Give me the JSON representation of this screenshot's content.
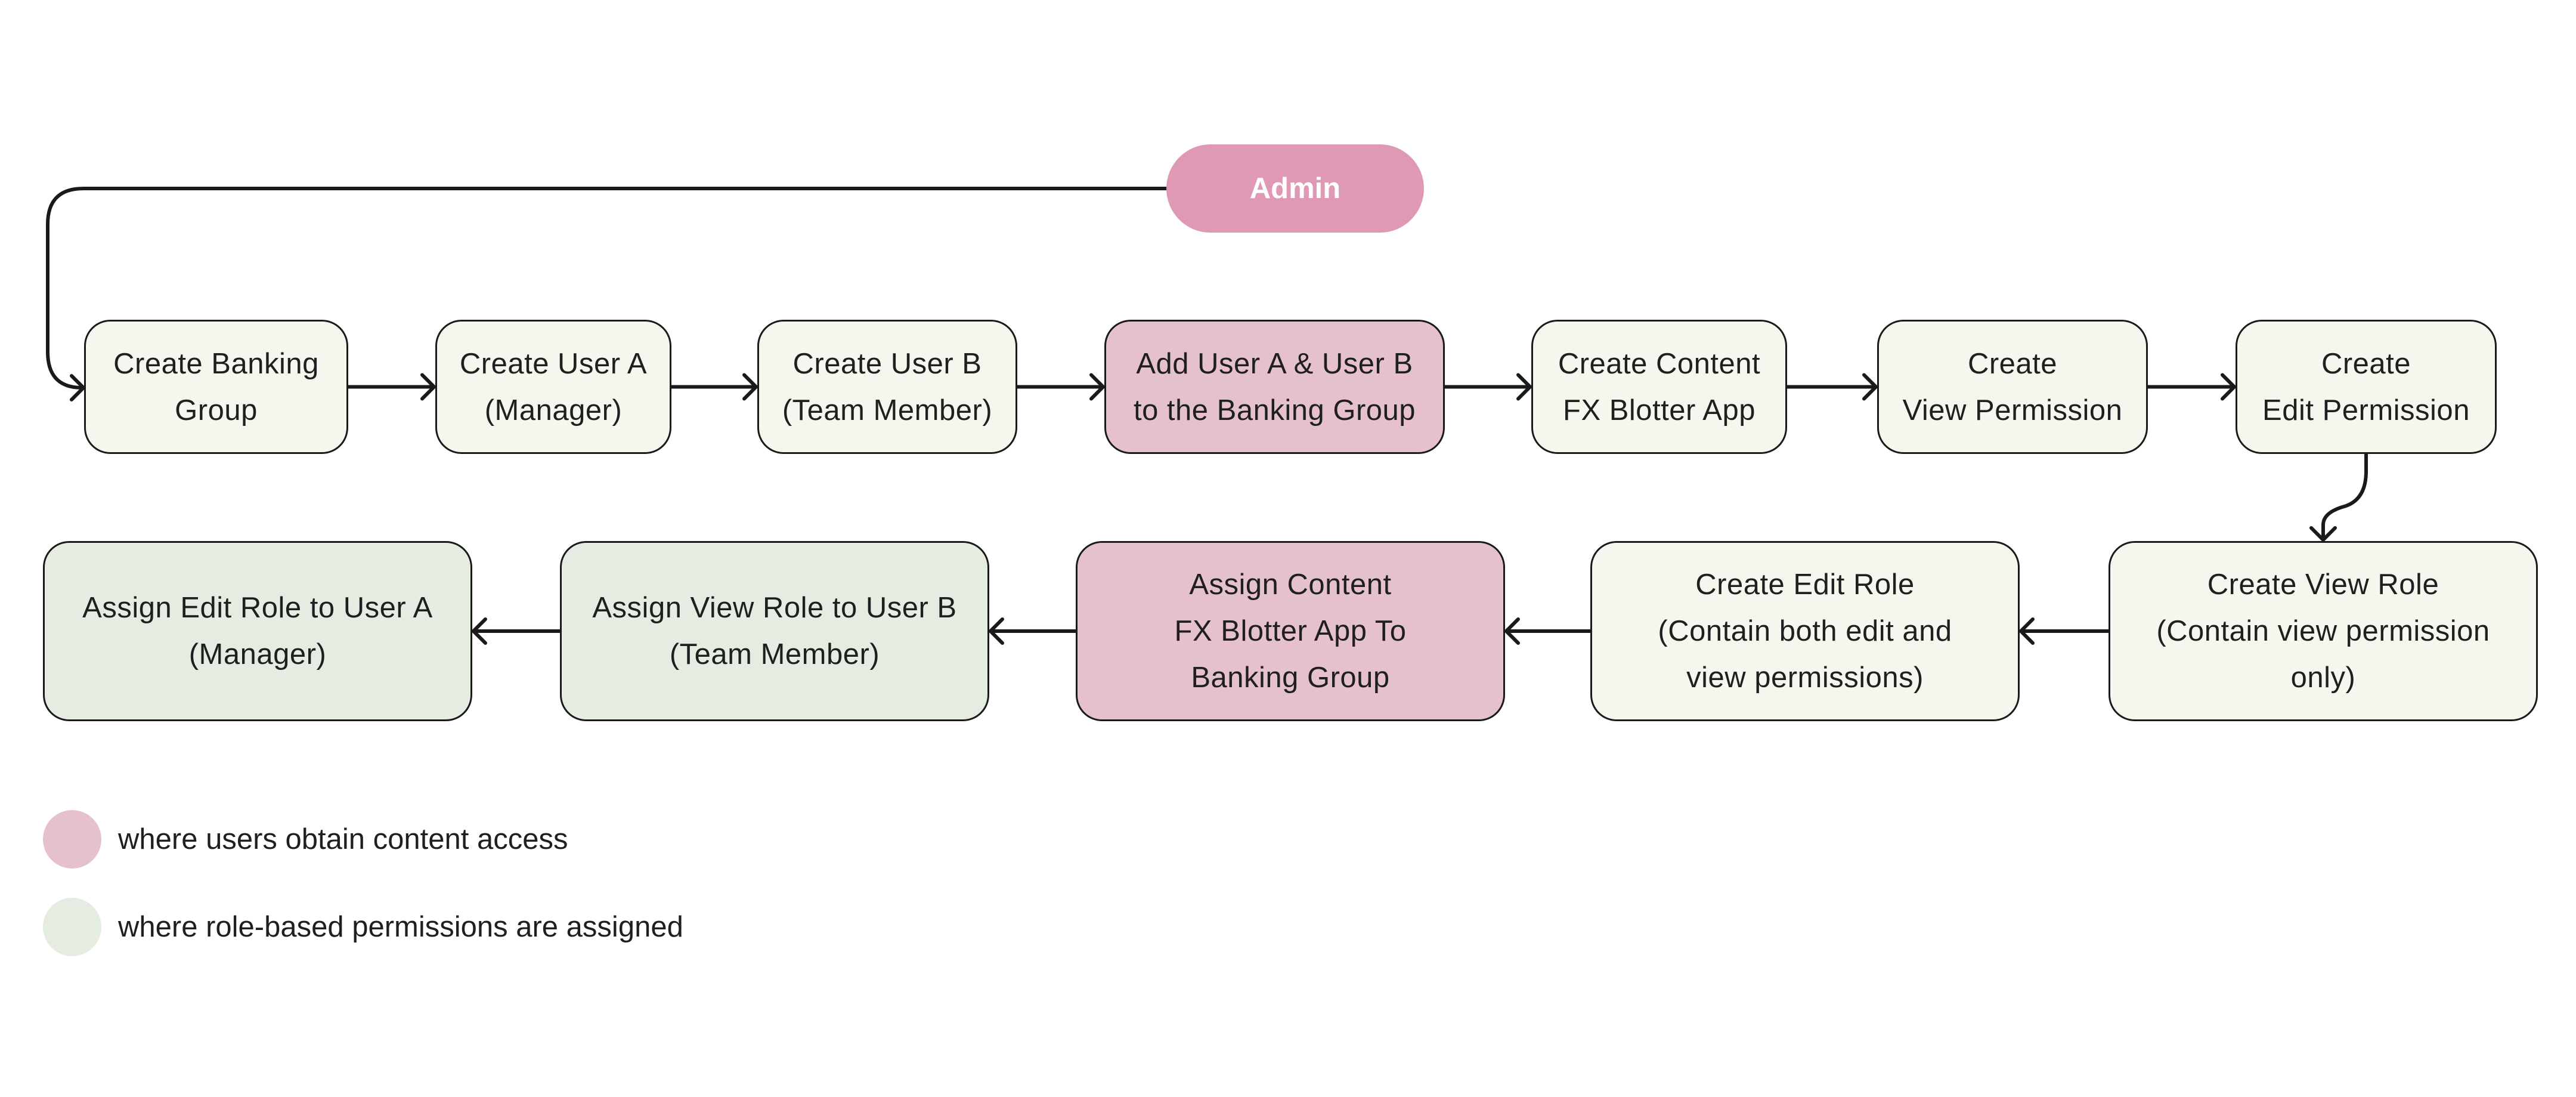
{
  "admin": {
    "label": "Admin",
    "color": "#df99b5"
  },
  "steps": [
    {
      "id": "create-banking-group",
      "lines": [
        "Create Banking",
        "Group"
      ],
      "kind": "neutral"
    },
    {
      "id": "create-user-a",
      "lines": [
        "Create User A",
        "(Manager)"
      ],
      "kind": "neutral"
    },
    {
      "id": "create-user-b",
      "lines": [
        "Create User B",
        "(Team Member)"
      ],
      "kind": "neutral"
    },
    {
      "id": "add-users-to-group",
      "lines": [
        "Add User A & User B",
        "to the Banking Group"
      ],
      "kind": "pink"
    },
    {
      "id": "create-content",
      "lines": [
        "Create Content",
        "FX Blotter App"
      ],
      "kind": "neutral"
    },
    {
      "id": "create-view-permission",
      "lines": [
        "Create",
        "View Permission"
      ],
      "kind": "neutral"
    },
    {
      "id": "create-edit-permission",
      "lines": [
        "Create",
        "Edit Permission"
      ],
      "kind": "neutral"
    },
    {
      "id": "create-view-role",
      "lines": [
        "Create View Role",
        "(Contain view permission",
        "only)"
      ],
      "kind": "neutral"
    },
    {
      "id": "create-edit-role",
      "lines": [
        "Create Edit Role",
        "(Contain both edit and",
        "view permissions)"
      ],
      "kind": "neutral"
    },
    {
      "id": "assign-content",
      "lines": [
        "Assign Content",
        "FX Blotter App To",
        "Banking Group"
      ],
      "kind": "pink"
    },
    {
      "id": "assign-view-role",
      "lines": [
        "Assign View Role to User B",
        "(Team Member)"
      ],
      "kind": "green"
    },
    {
      "id": "assign-edit-role",
      "lines": [
        "Assign Edit Role to User A",
        "(Manager)"
      ],
      "kind": "green"
    }
  ],
  "legend": [
    {
      "label": "where users obtain content access",
      "color": "#e5c1cf"
    },
    {
      "label": "where role-based permissions are assigned",
      "color": "#e5ece2"
    }
  ],
  "colors": {
    "neutral_fill": "#f6f6ee",
    "pink_fill": "#e5c1cf",
    "green_fill": "#e5ece2",
    "stroke": "#1a1a1a"
  }
}
